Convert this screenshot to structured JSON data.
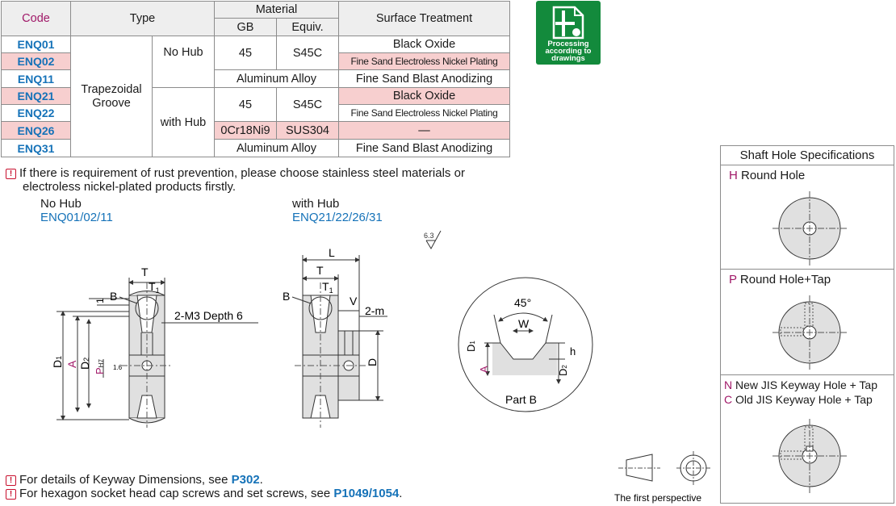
{
  "table": {
    "headers": {
      "code": "Code",
      "type": "Type",
      "material": "Material",
      "gb": "GB",
      "equiv": "Equiv.",
      "surface": "Surface Treatment"
    },
    "type_groove": "Trapezoidal Groove",
    "type_no_hub": "No Hub",
    "type_with_hub": "with Hub",
    "rows": [
      {
        "code": "ENQ01",
        "surface": "Black Oxide"
      },
      {
        "code": "ENQ02",
        "surface": "Fine Sand Electroless Nickel Plating"
      },
      {
        "code": "ENQ11",
        "material": "Aluminum Alloy",
        "surface": "Fine Sand Blast Anodizing"
      },
      {
        "code": "ENQ21",
        "surface": "Black Oxide"
      },
      {
        "code": "ENQ22",
        "surface": "Fine Sand Electroless Nickel Plating"
      },
      {
        "code": "ENQ26",
        "gb": "0Cr18Ni9",
        "equiv": "SUS304",
        "surface": "—"
      },
      {
        "code": "ENQ31",
        "material": "Aluminum Alloy",
        "surface": "Fine Sand Blast Anodizing"
      }
    ],
    "steel_gb": "45",
    "steel_equiv": "S45C"
  },
  "badge": {
    "line1": "Processing",
    "line2": "according to",
    "line3": "drawings"
  },
  "notes": {
    "rust_line1": "If there is requirement of rust prevention, please choose stainless steel materials or",
    "rust_line2": "electroless nickel-plated products firstly.",
    "keyway_prefix": "For details of Keyway Dimensions, see ",
    "keyway_ref": "P302",
    "keyway_suffix": ".",
    "screws_prefix": "For hexagon socket head cap screws and set screws, see ",
    "screws_ref": "P1049/1054",
    "screws_suffix": "."
  },
  "drawings": {
    "nohub_title": "No Hub",
    "nohub_codes": "ENQ01/02/11",
    "withhub_title": "with Hub",
    "withhub_codes": "ENQ21/22/26/31",
    "roughness": "6.3",
    "roughness_small": "1.6",
    "label_T": "T",
    "label_T1": "T",
    "label_B": "B",
    "label_1": "1",
    "label_m3": "2-M3 Depth 6",
    "label_D1": "D",
    "label_A": "A",
    "label_D2": "D",
    "label_P": "P",
    "label_H7": "H7",
    "label_L": "L",
    "label_V": "V",
    "label_2m": "2-m",
    "label_D": "D",
    "sub1": "1",
    "sub2": "2",
    "partb_angle": "45°",
    "partb_W": "W",
    "partb_h": "h",
    "partb_title": "Part B",
    "perspective": "The first perspective"
  },
  "shaft": {
    "title": "Shaft Hole Specifications",
    "h_letter": "H",
    "h_text": " Round Hole",
    "p_letter": "P",
    "p_text": " Round Hole+Tap",
    "n_letter": "N",
    "n_text": " New JIS Keyway Hole + Tap",
    "c_letter": "C",
    "c_text": " Old JIS Keyway Hole + Tap"
  },
  "colors": {
    "accent_blue": "#1572b8",
    "magenta": "#a01868",
    "pink_row": "#f7cfcf",
    "badge_green": "#138a3c",
    "warn_red": "#c8102e"
  }
}
